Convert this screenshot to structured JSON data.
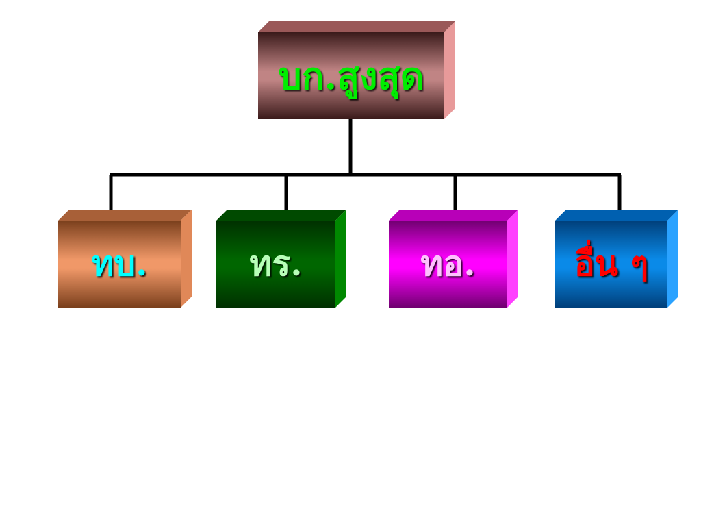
{
  "org_chart": {
    "root": {
      "label": "บก.สูงสุด",
      "text_color": "#00ee00",
      "colors": {
        "face_edge": "#3a1a1a",
        "face_mid": "#c08484",
        "top": "#9a5858",
        "side": "#e89a9a"
      }
    },
    "children": [
      {
        "label": "ทบ.",
        "text_color": "#00ffff",
        "colors": {
          "face_edge": "#7a3f1c",
          "face_mid": "#f09868",
          "top": "#a86038",
          "side": "#e08858"
        }
      },
      {
        "label": "ทร.",
        "text_color": "#b8ffb8",
        "colors": {
          "face_edge": "#003000",
          "face_mid": "#006600",
          "top": "#004a00",
          "side": "#008800"
        }
      },
      {
        "label": "ทอ.",
        "text_color": "#ffc0ff",
        "colors": {
          "face_edge": "#700070",
          "face_mid": "#ff00ff",
          "top": "#b800b8",
          "side": "#ff40ff"
        }
      },
      {
        "label": "อื่น ๆ",
        "text_color": "#ff0000",
        "colors": {
          "face_edge": "#003f7a",
          "face_mid": "#0a8ae8",
          "top": "#0060b0",
          "side": "#2aa2ff"
        }
      }
    ]
  }
}
